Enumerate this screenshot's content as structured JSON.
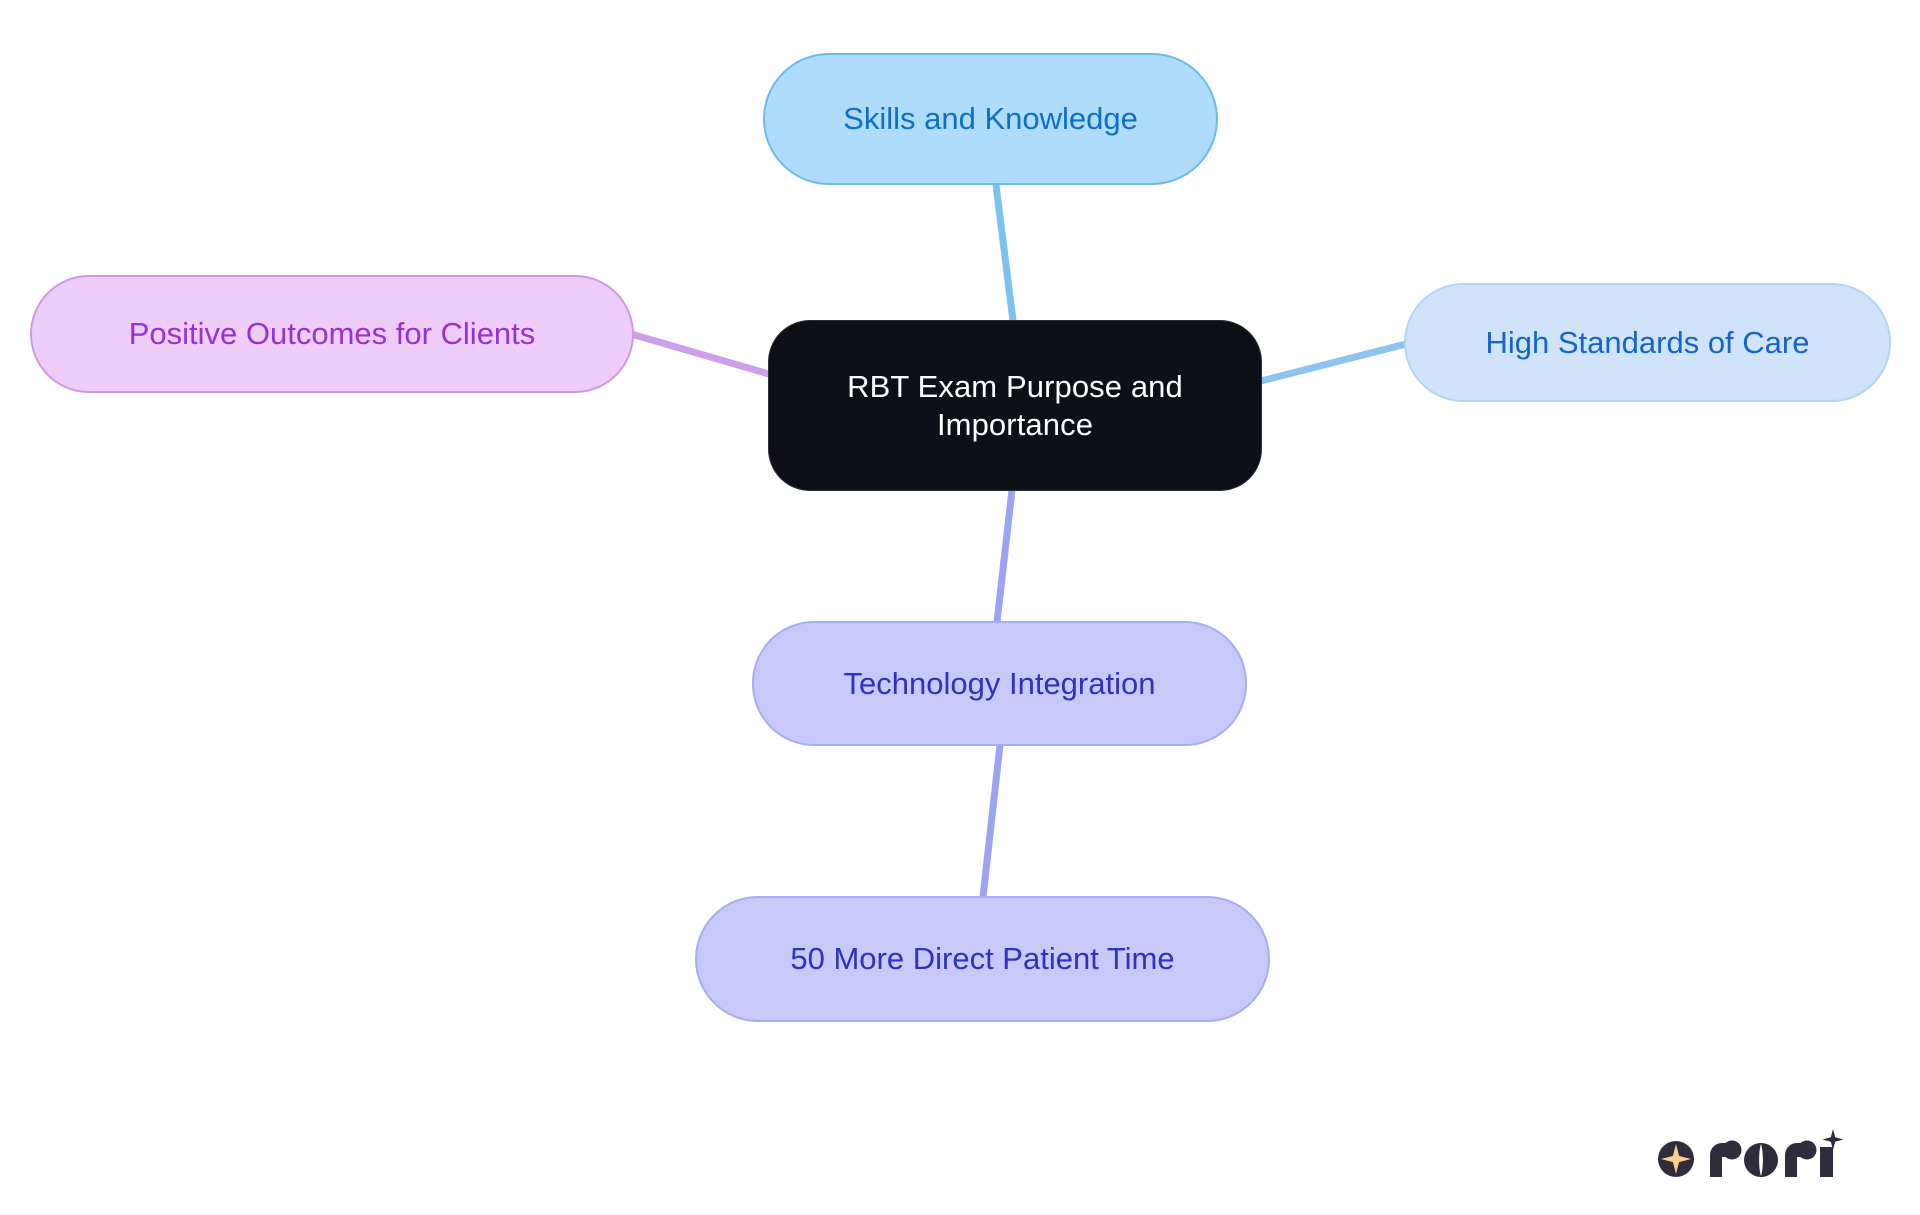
{
  "diagram": {
    "type": "mindmap",
    "title": "RBT Exam Purpose and Importance",
    "background": "#ffffff",
    "root": {
      "id": "root",
      "label": "RBT Exam Purpose and Importance",
      "fill": "#0d1117",
      "text_color": "#ffffff"
    },
    "nodes": [
      {
        "id": "skills",
        "label": "Skills and Knowledge",
        "fill": "#aedcfa",
        "border": "#6cbbef",
        "text_color": "#0f6fc5",
        "position": "top"
      },
      {
        "id": "standards",
        "label": "High Standards of Care",
        "fill": "#cfe4fb",
        "border": "#b4d4f6",
        "text_color": "#1565c9",
        "position": "right"
      },
      {
        "id": "outcomes",
        "label": "Positive Outcomes for Clients",
        "fill": "#edcdf7",
        "border": "#cf97e8",
        "text_color": "#9730d6",
        "position": "left"
      },
      {
        "id": "technology",
        "label": "Technology Integration",
        "fill": "#c7caf8",
        "border": "#a7adf2",
        "text_color": "#2f30c4",
        "position": "bottom"
      },
      {
        "id": "patient_time",
        "label": "50 More Direct Patient Time",
        "fill": "#c7caf8",
        "border": "#a7adf2",
        "text_color": "#2f30c4",
        "position": "bottom-child"
      }
    ],
    "edges": [
      {
        "from": "root",
        "to": "skills",
        "color": "#7cc2f0"
      },
      {
        "from": "root",
        "to": "standards",
        "color": "#8cc4ee"
      },
      {
        "from": "root",
        "to": "outcomes",
        "color": "#cd9ee9"
      },
      {
        "from": "root",
        "to": "technology",
        "color": "#9ba3f2"
      },
      {
        "from": "technology",
        "to": "patient_time",
        "color": "#9ba3f2"
      }
    ]
  },
  "logo": {
    "wordmark": "rori",
    "mark_color": "#2e2c3d",
    "star_color": "#f7d08a"
  }
}
